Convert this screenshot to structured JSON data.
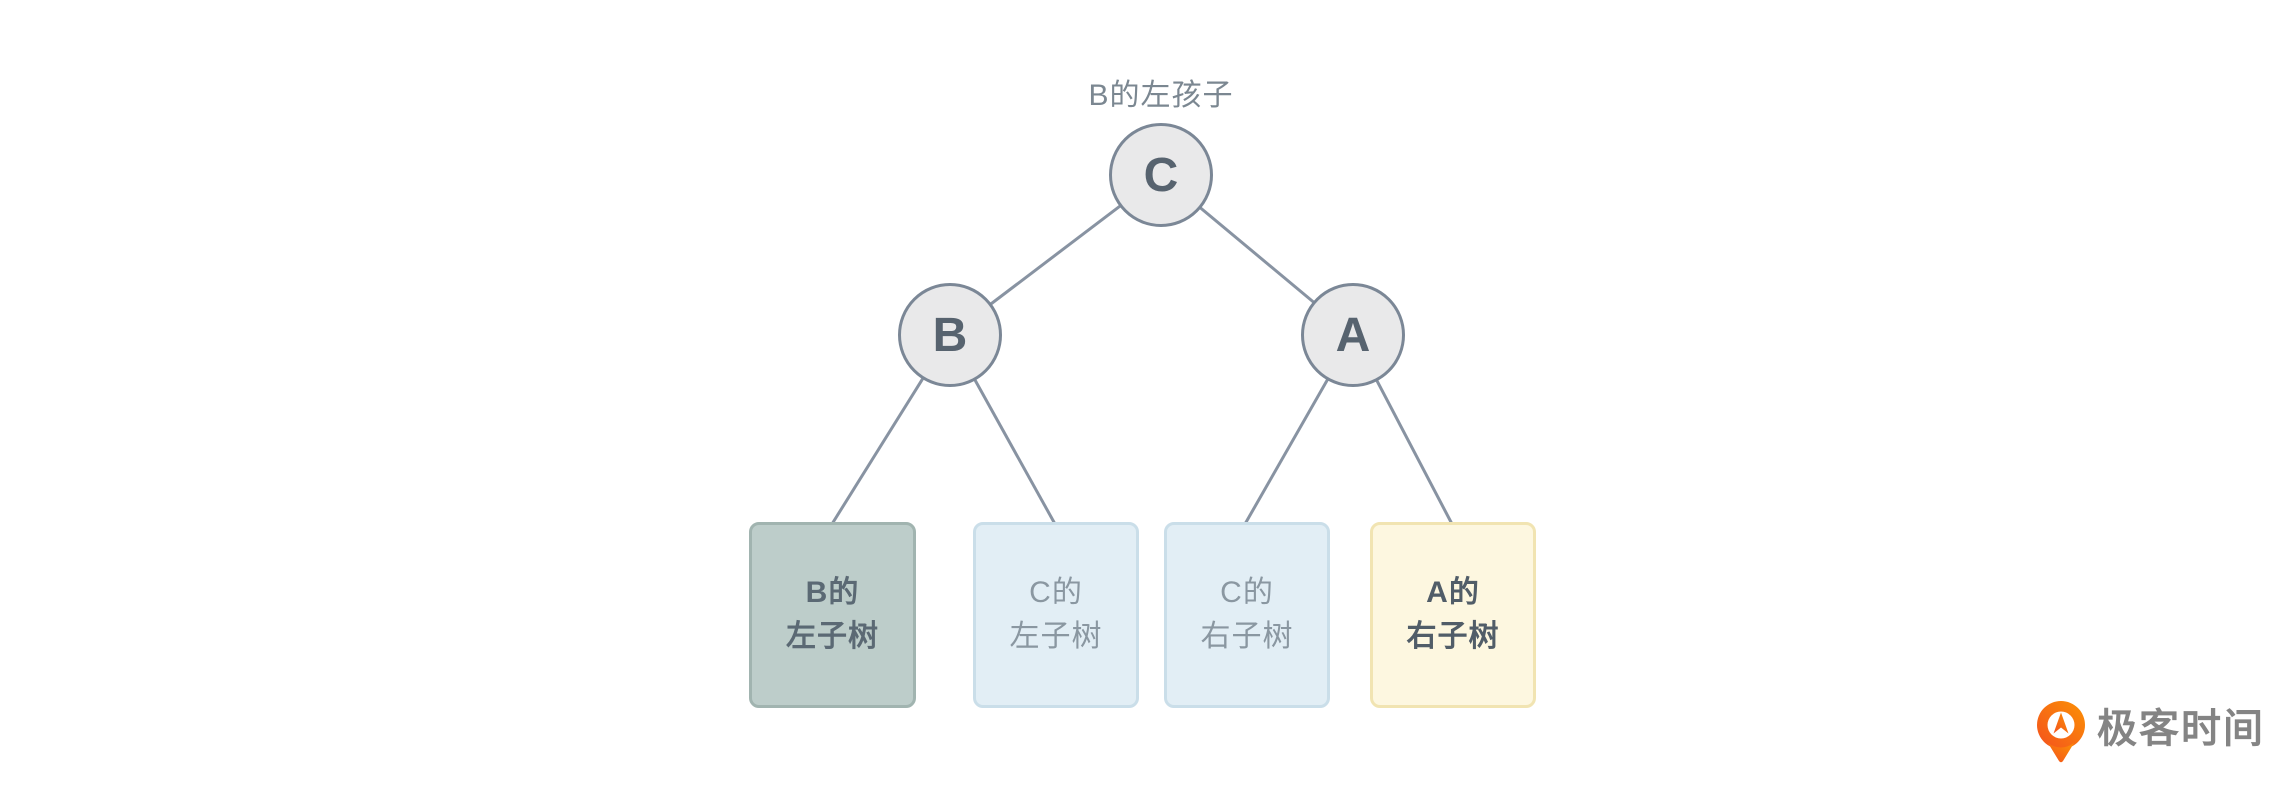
{
  "diagram": {
    "annotation": "B的左孩子",
    "nodes": [
      {
        "id": "C",
        "label": "C"
      },
      {
        "id": "B",
        "label": "B"
      },
      {
        "id": "A",
        "label": "A"
      }
    ],
    "edges": [
      {
        "from": "C",
        "to": "B"
      },
      {
        "from": "C",
        "to": "A"
      },
      {
        "from": "B",
        "to": "B的左子树"
      },
      {
        "from": "B",
        "to": "C的左子树"
      },
      {
        "from": "A",
        "to": "C的右子树"
      },
      {
        "from": "A",
        "to": "A的右子树"
      }
    ],
    "subtrees": [
      {
        "label": "B的\n左子树",
        "fill": "#bdcdca",
        "border": "#a1b4b0",
        "text_color": "#5b6974"
      },
      {
        "label": "C的\n左子树",
        "fill": "#e2eef5",
        "border": "#cadee9",
        "text_color": "#8a97a1"
      },
      {
        "label": "C的\n右子树",
        "fill": "#e2eef5",
        "border": "#cadee9",
        "text_color": "#8a97a1"
      },
      {
        "label": "A的\n右子树",
        "fill": "#fdf7e0",
        "border": "#f1e4b2",
        "text_color": "#515d68"
      }
    ],
    "colors": {
      "edge": "#8893a2",
      "node_fill": "#e9e9ea",
      "node_border": "#7b8796",
      "node_text": "#57636f",
      "annotation_text": "#7b8791"
    }
  },
  "watermark": {
    "brand": "极客时间",
    "icon": "geektime-pin-logo",
    "icon_gradient": [
      "#f4511e",
      "#fb9104"
    ],
    "text_color": "#848484"
  }
}
